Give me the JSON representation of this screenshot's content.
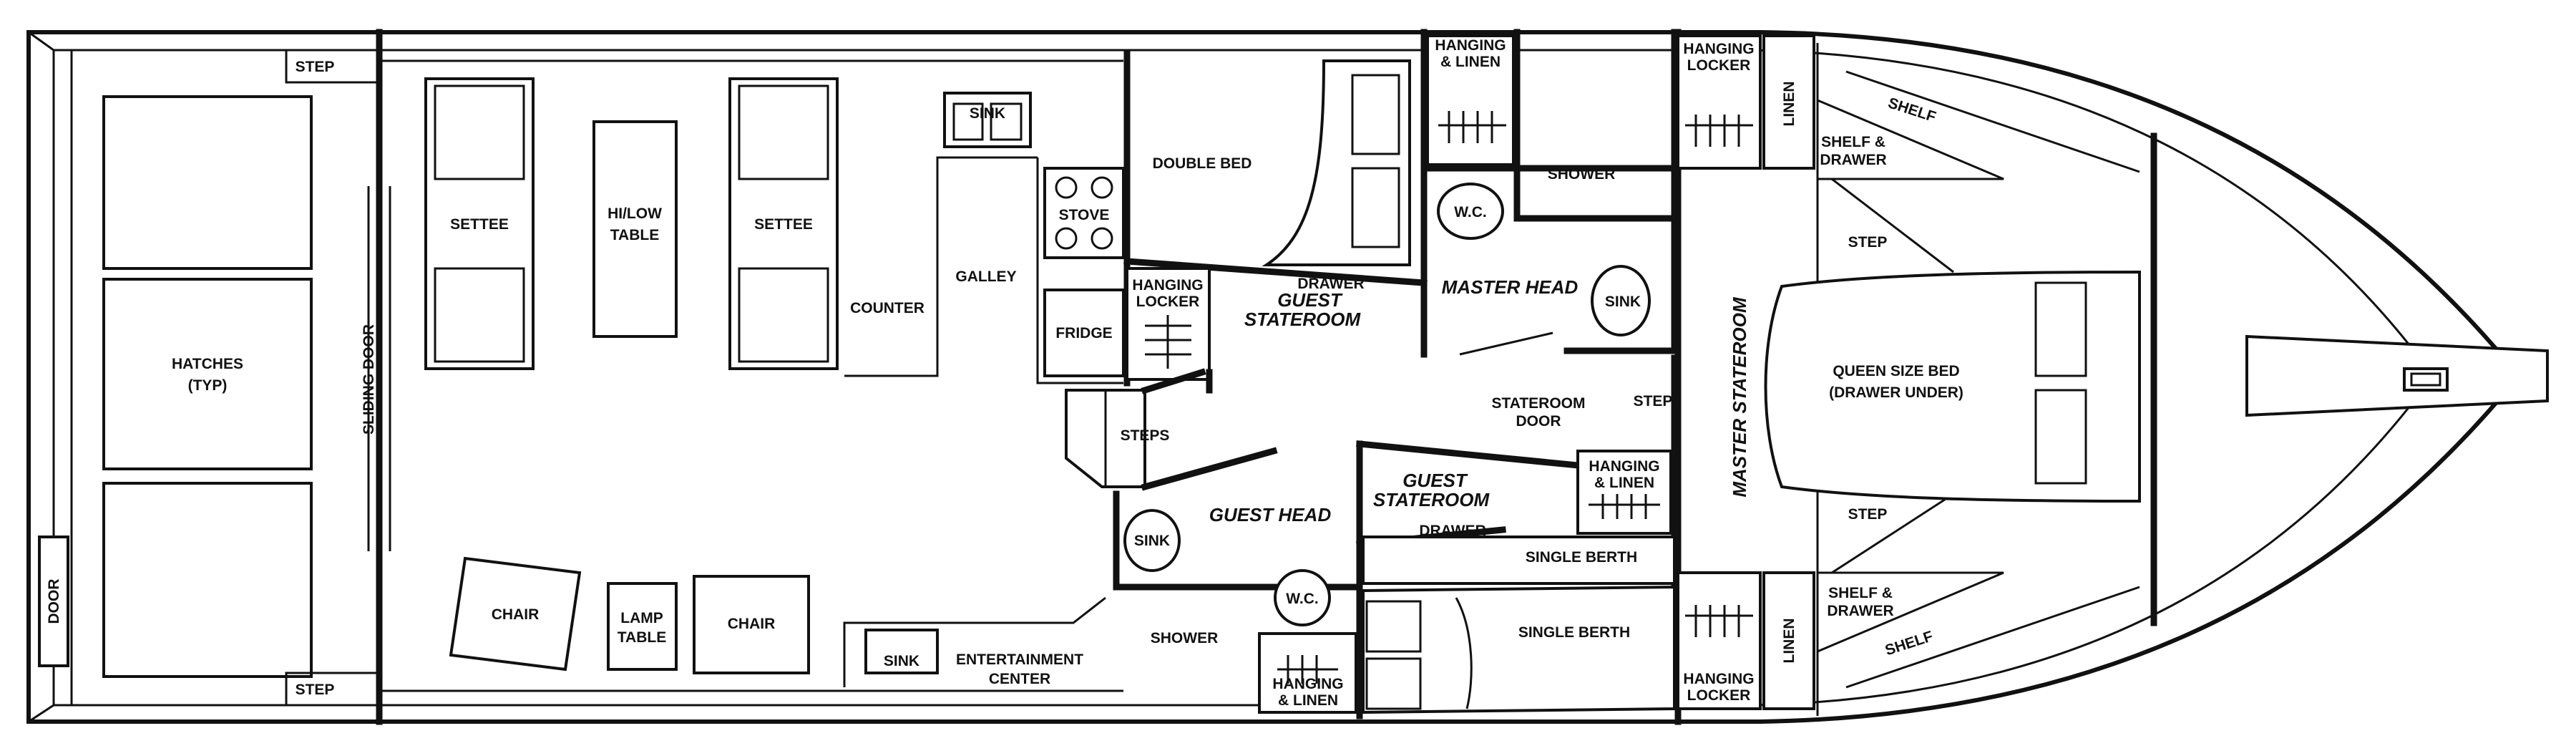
{
  "labels": {
    "step_top": "STEP",
    "step_bottom": "STEP",
    "door": "DOOR",
    "hatches_line1": "HATCHES",
    "hatches_line2": "(TYP)",
    "sliding_door": "SLIDING DOOR",
    "settee_left": "SETTEE",
    "settee_right": "SETTEE",
    "hilow_line1": "HI/LOW",
    "hilow_line2": "TABLE",
    "chair_left": "CHAIR",
    "chair_right": "CHAIR",
    "lamp_line1": "LAMP",
    "lamp_line2": "TABLE",
    "counter": "COUNTER",
    "galley": "GALLEY",
    "sink_galley": "SINK",
    "stove": "STOVE",
    "fridge": "FRIDGE",
    "sink_entertainment": "SINK",
    "entertainment_line1": "ENTERTAINMENT",
    "entertainment_line2": "CENTER",
    "steps": "STEPS",
    "double_bed": "DOUBLE BED",
    "hanging_locker_mid_1": "HANGING",
    "hanging_locker_mid_2": "LOCKER",
    "drawer_mid": "DRAWER",
    "guest_stateroom_fwd_1": "GUEST",
    "guest_stateroom_fwd_2": "STATEROOM",
    "guest_head": "GUEST HEAD",
    "sink_guest_head": "SINK",
    "shower_guest": "SHOWER",
    "wc_guest": "W.C.",
    "hanging_linen_bottom_1": "HANGING",
    "hanging_linen_bottom_2": "& LINEN",
    "hanging_linen_top_1": "HANGING",
    "hanging_linen_top_2": "& LINEN",
    "wc_master": "W.C.",
    "shower_master": "SHOWER",
    "master_head": "MASTER HEAD",
    "sink_master": "SINK",
    "stateroom_door_1": "STATEROOM",
    "stateroom_door_2": "DOOR",
    "step_mid": "STEP",
    "guest_stateroom_aft_1": "GUEST",
    "guest_stateroom_aft_2": "STATEROOM",
    "drawer_lower": "DRAWER",
    "hanging_linen_mid_1": "HANGING",
    "hanging_linen_mid_2": "& LINEN",
    "single_berth_upper": "SINGLE BERTH",
    "single_berth_lower": "SINGLE BERTH",
    "master_stateroom": "MASTER STATEROOM",
    "hanging_locker_top_1": "HANGING",
    "hanging_locker_top_2": "LOCKER",
    "linen_top": "LINEN",
    "hanging_locker_bottom_1": "HANGING",
    "hanging_locker_bottom_2": "LOCKER",
    "linen_bottom": "LINEN",
    "shelf_top": "SHELF",
    "shelf_bottom": "SHELF",
    "shelf_drawer_top_1": "SHELF &",
    "shelf_drawer_top_2": "DRAWER",
    "shelf_drawer_bottom_1": "SHELF &",
    "shelf_drawer_bottom_2": "DRAWER",
    "step_fwd_top": "STEP",
    "step_fwd_bottom": "STEP",
    "queen_line1": "QUEEN SIZE BED",
    "queen_line2": "(DRAWER UNDER)"
  }
}
